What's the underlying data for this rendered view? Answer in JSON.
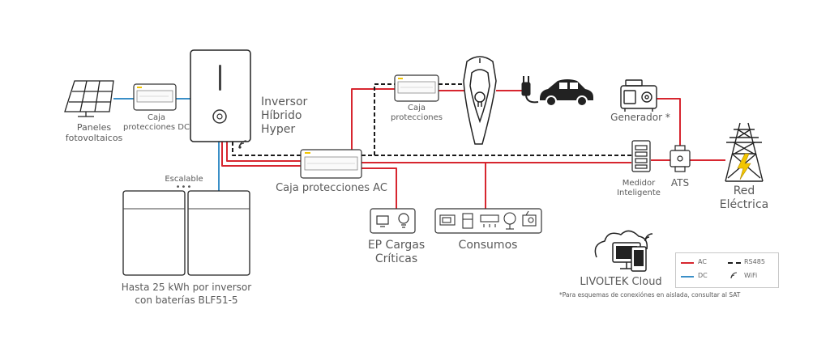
{
  "labels": {
    "panels": "Paneles\nfotovoltaicos",
    "dc_box": "Caja\nprotecciones DC",
    "inverter": "Inversor\nHíbrido\nHyper",
    "scalable": "Escalable",
    "scalable_dots": "•••",
    "batteries": "Hasta 25 kWh por inversor\ncon baterías BLF51-5",
    "ac_box": "Caja protecciones AC",
    "top_box": "Caja\nprotecciones",
    "critical": "EP Cargas\nCríticas",
    "loads": "Consumos",
    "meter": "Medidor\nInteligente",
    "ats": "ATS",
    "generator": "Generador *",
    "grid": "Red\nEléctrica",
    "cloud": "LIVOLTEK Cloud",
    "note": "*Para esquemas de conexiónes en aislada, consultar al SAT"
  },
  "legend": {
    "ac": "AC",
    "dc": "DC",
    "rs485": "RS485",
    "wifi": "WiFi"
  },
  "colors": {
    "ac_line": "#d7262f",
    "dc_line": "#3a8fc7",
    "rs485_line": "#1a1a1a",
    "device_stroke": "#222222",
    "label_text": "#5a5a5a",
    "accent_yellow": "#f2c500"
  },
  "icons": {
    "panels": "solar-panel-icon",
    "charger": "ev-charger-icon",
    "car": "car-icon",
    "plug": "plug-icon",
    "generator": "generator-icon",
    "grid": "power-tower-icon",
    "meter": "smart-meter-icon",
    "ats": "ats-switch-icon",
    "cloud": "cloud-devices-icon",
    "wifi": "wifi-icon"
  }
}
